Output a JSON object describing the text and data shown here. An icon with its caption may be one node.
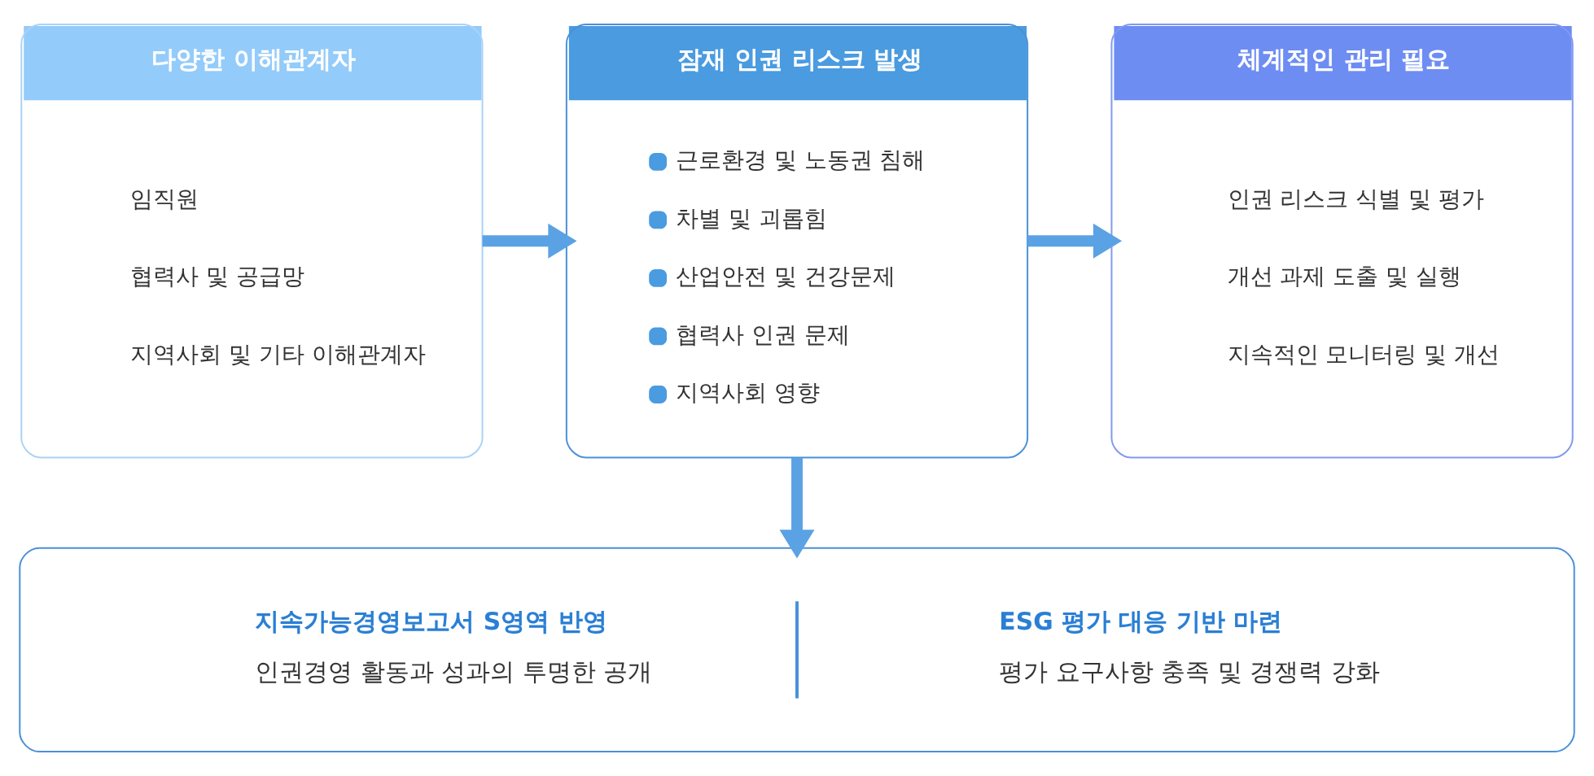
{
  "diagram": {
    "nodes": [
      {
        "text": [
          "다양한 이해관계자",
          "임직원",
          "협력사 및 공급망",
          "지역사회 및 기타 이해관계자"
        ]
      },
      {
        "text": [
          "잠재 인권 리스크 발생",
          "근로환경 및 노동권 침해",
          "차별 및 괴롭힘",
          "산업안전 및 건강문제",
          "협력사 인권 문제",
          "지역사회 영향"
        ]
      },
      {
        "text": [
          "체계적인 관리 필요",
          "인권 리스크 식별 및 평가",
          "개선 과제 도출 및 실행",
          "지속적인 모니터링 및 개선"
        ]
      },
      {
        "text": [
          "지속가능경영보고서 S영역 반영",
          "인권경영 활동과 성과의 투명한 공개",
          "ESG 평가 대응 기반 마련",
          "평가 요구사항 충족 및 경쟁력 강화"
        ]
      }
    ],
    "edges": [
      {
        "from": 0,
        "to": 1,
        "arrow": "to"
      },
      {
        "from": 1,
        "to": 2,
        "arrow": "to"
      },
      {
        "from": 1,
        "to": 3,
        "arrow": "to"
      }
    ]
  }
}
